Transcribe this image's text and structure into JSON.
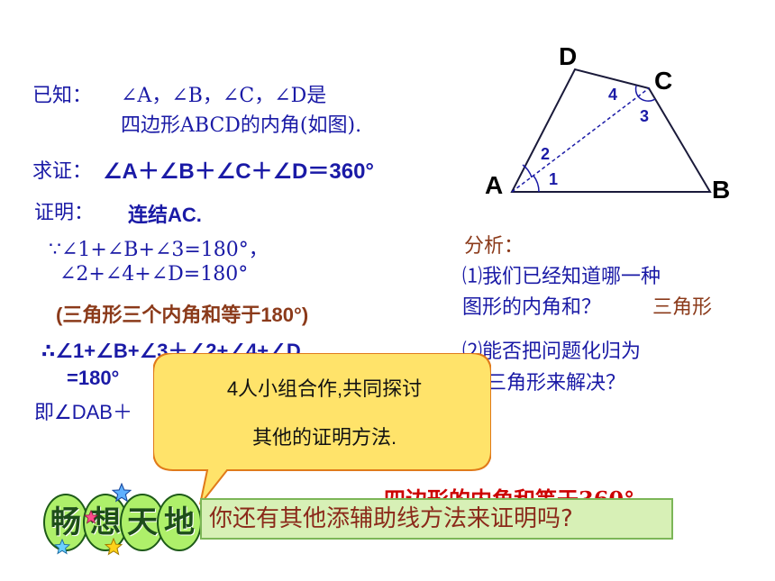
{
  "given": {
    "label": "已知：",
    "line1": "∠A，∠B，∠C，∠D是",
    "line2": "四边形ABCD的内角(如图)."
  },
  "prove": {
    "label": "求证：",
    "statement": "∠A＋∠B＋∠C＋∠D＝360°"
  },
  "proof": {
    "label": "证明：",
    "step1": "连结AC.",
    "line_because1": "∵∠1+∠B+∠3=180°，",
    "line_because2": "∠2+∠4+∠D=180°",
    "reason": "(三角形三个内角和等于180°)",
    "line_therefore": "∴∠1+∠B+∠3＋∠2+∠4+∠D",
    "line_equals": "=180°",
    "line_ie": "即∠DAB＋"
  },
  "analysis": {
    "label": "分析：",
    "q1_line1": "⑴我们已经知道哪一种",
    "q1_line2": "图形的内角和？",
    "q1_answer": "三角形",
    "q2_line1": "⑵能否把问题化归为",
    "q2_line2": "三角形来解决？"
  },
  "conclusion": {
    "text": "四边形的内角和等于360°"
  },
  "figure": {
    "vertex_labels": [
      "A",
      "B",
      "C",
      "D"
    ],
    "angle_labels": [
      "1",
      "2",
      "3",
      "4"
    ]
  },
  "callout": {
    "line1": "4人小组合作,共同探讨",
    "line2": "其他的证明方法."
  },
  "banner": {
    "chars": [
      "畅",
      "想",
      "天",
      "地"
    ],
    "question": "你还有其他添辅助线方法来证明吗?"
  },
  "colors": {
    "text_blue": "#1a1aa6",
    "analysis_brown": "#8b3a1a",
    "conclusion_red": "#cc0000",
    "callout_fill": "#ffe36a",
    "callout_border": "#e07a1a",
    "bubble_green": "#aef06a",
    "question_box_fill": "#d7f0b6"
  }
}
